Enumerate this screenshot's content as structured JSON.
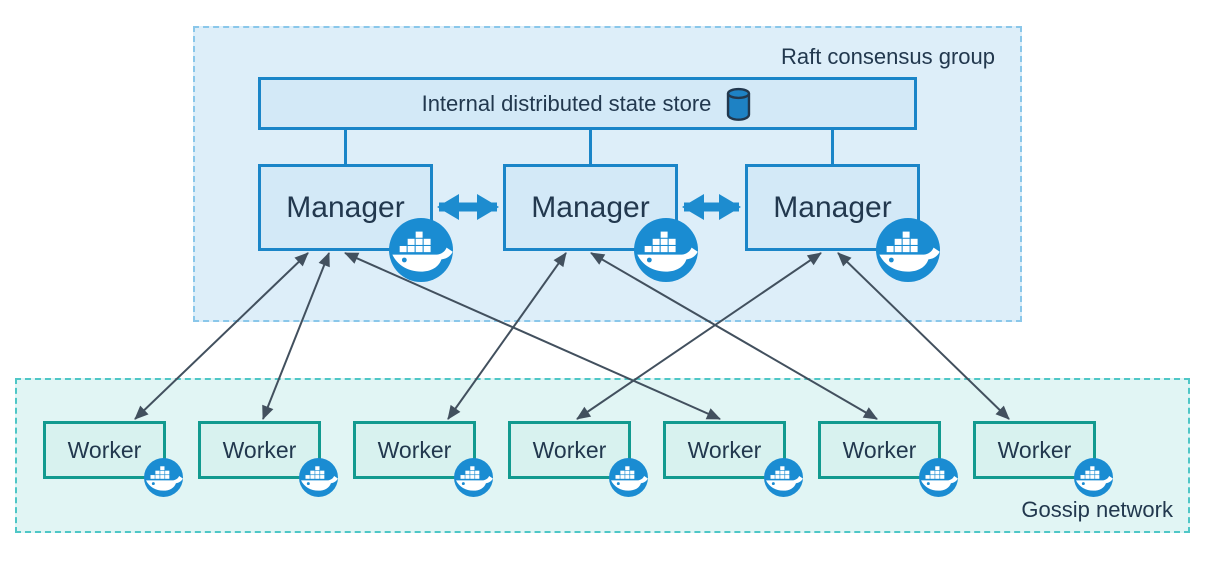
{
  "diagram": {
    "raft_group": {
      "label": "Raft consensus group"
    },
    "gossip_group": {
      "label": "Gossip network"
    },
    "state_store": {
      "label": "Internal distributed state store",
      "icon": "database-icon"
    },
    "managers": [
      "Manager",
      "Manager",
      "Manager"
    ],
    "workers": [
      "Worker",
      "Worker",
      "Worker",
      "Worker",
      "Worker",
      "Worker",
      "Worker"
    ],
    "node_badge_icon": "docker-whale-icon",
    "edges": {
      "store_to_manager_links": [
        [
          "state-store",
          "manager-1"
        ],
        [
          "state-store",
          "manager-2"
        ],
        [
          "state-store",
          "manager-3"
        ]
      ],
      "manager_peer_links": [
        [
          "manager-1",
          "manager-2"
        ],
        [
          "manager-2",
          "manager-3"
        ]
      ],
      "manager_worker_links": [
        [
          "manager-1",
          "worker-1"
        ],
        [
          "manager-1",
          "worker-2"
        ],
        [
          "manager-1",
          "worker-5"
        ],
        [
          "manager-2",
          "worker-3"
        ],
        [
          "manager-2",
          "worker-6"
        ],
        [
          "manager-3",
          "worker-4"
        ],
        [
          "manager-3",
          "worker-7"
        ]
      ],
      "manager_worker_style": "thin double-headed arrow",
      "manager_peer_style": "thick double-headed arrow"
    },
    "colors": {
      "blue_border": "#1a85c8",
      "blue_fill": "#d3e9f7",
      "raft_fill": "#ddeef9",
      "raft_dash": "#8ac7ea",
      "teal_border": "#129a8f",
      "teal_fill": "#d8f2ef",
      "gossip_fill": "#e1f5f4",
      "gossip_dash": "#4fc7c7",
      "docker_blue": "#1a8cd2",
      "thick_arrow_blue": "#1d8ccf",
      "thin_arrow": "#42505e",
      "text": "#22384e"
    }
  }
}
